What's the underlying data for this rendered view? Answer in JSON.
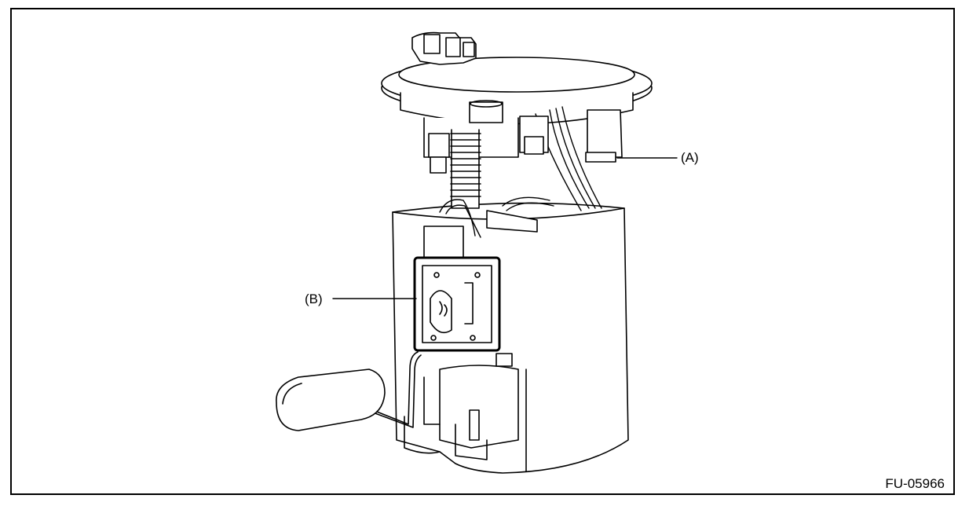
{
  "callouts": {
    "a": "(A)",
    "b": "(B)"
  },
  "figure_id": "FU-05966",
  "colors": {
    "stroke": "#000000",
    "background": "#ffffff"
  }
}
